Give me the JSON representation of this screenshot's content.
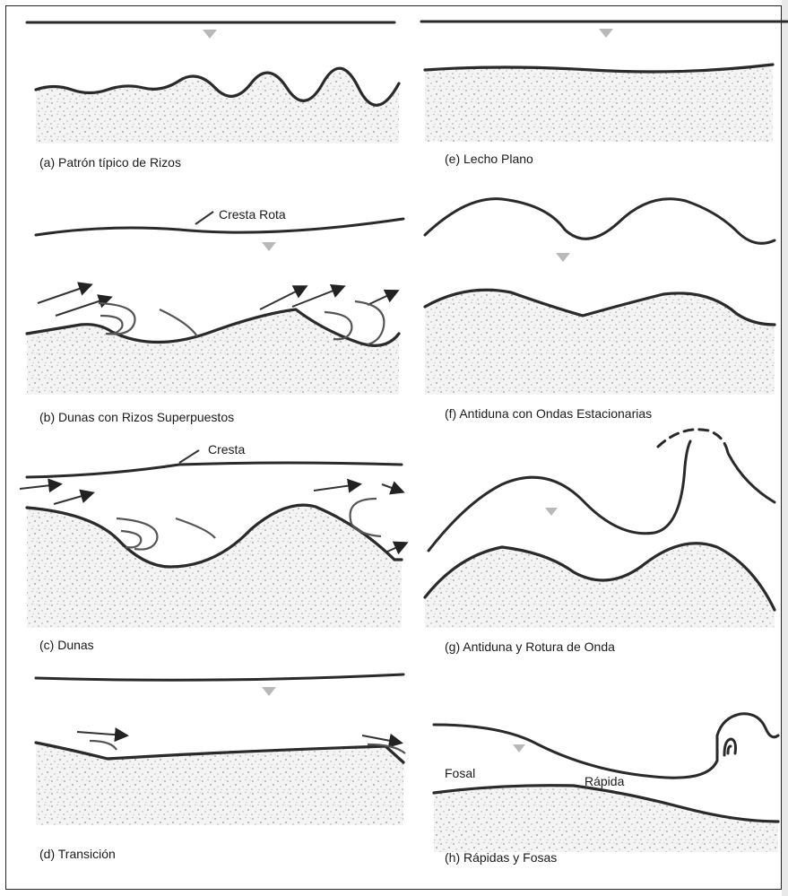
{
  "panels": {
    "a": {
      "caption": "(a)  Patrón típico de Rizos"
    },
    "b": {
      "caption": "(b) Dunas con Rizos Superpuestos",
      "annotation": "Cresta Rota"
    },
    "c": {
      "caption": "(c)  Dunas",
      "annotation": "Cresta"
    },
    "d": {
      "caption": "(d)  Transición"
    },
    "e": {
      "caption": "(e)  Lecho Plano"
    },
    "f": {
      "caption": "(f)  Antiduna con Ondas Estacionarias"
    },
    "g": {
      "caption": "(g)  Antiduna y Rotura de Onda"
    },
    "h": {
      "caption": "(h)  Rápidas y Fosas",
      "label_pool": "Fosal",
      "label_rapid": "Rápida"
    }
  },
  "colors": {
    "line": "#2a2a2a",
    "sand": "#d8d8d8",
    "marker": "#b9b9b9"
  }
}
